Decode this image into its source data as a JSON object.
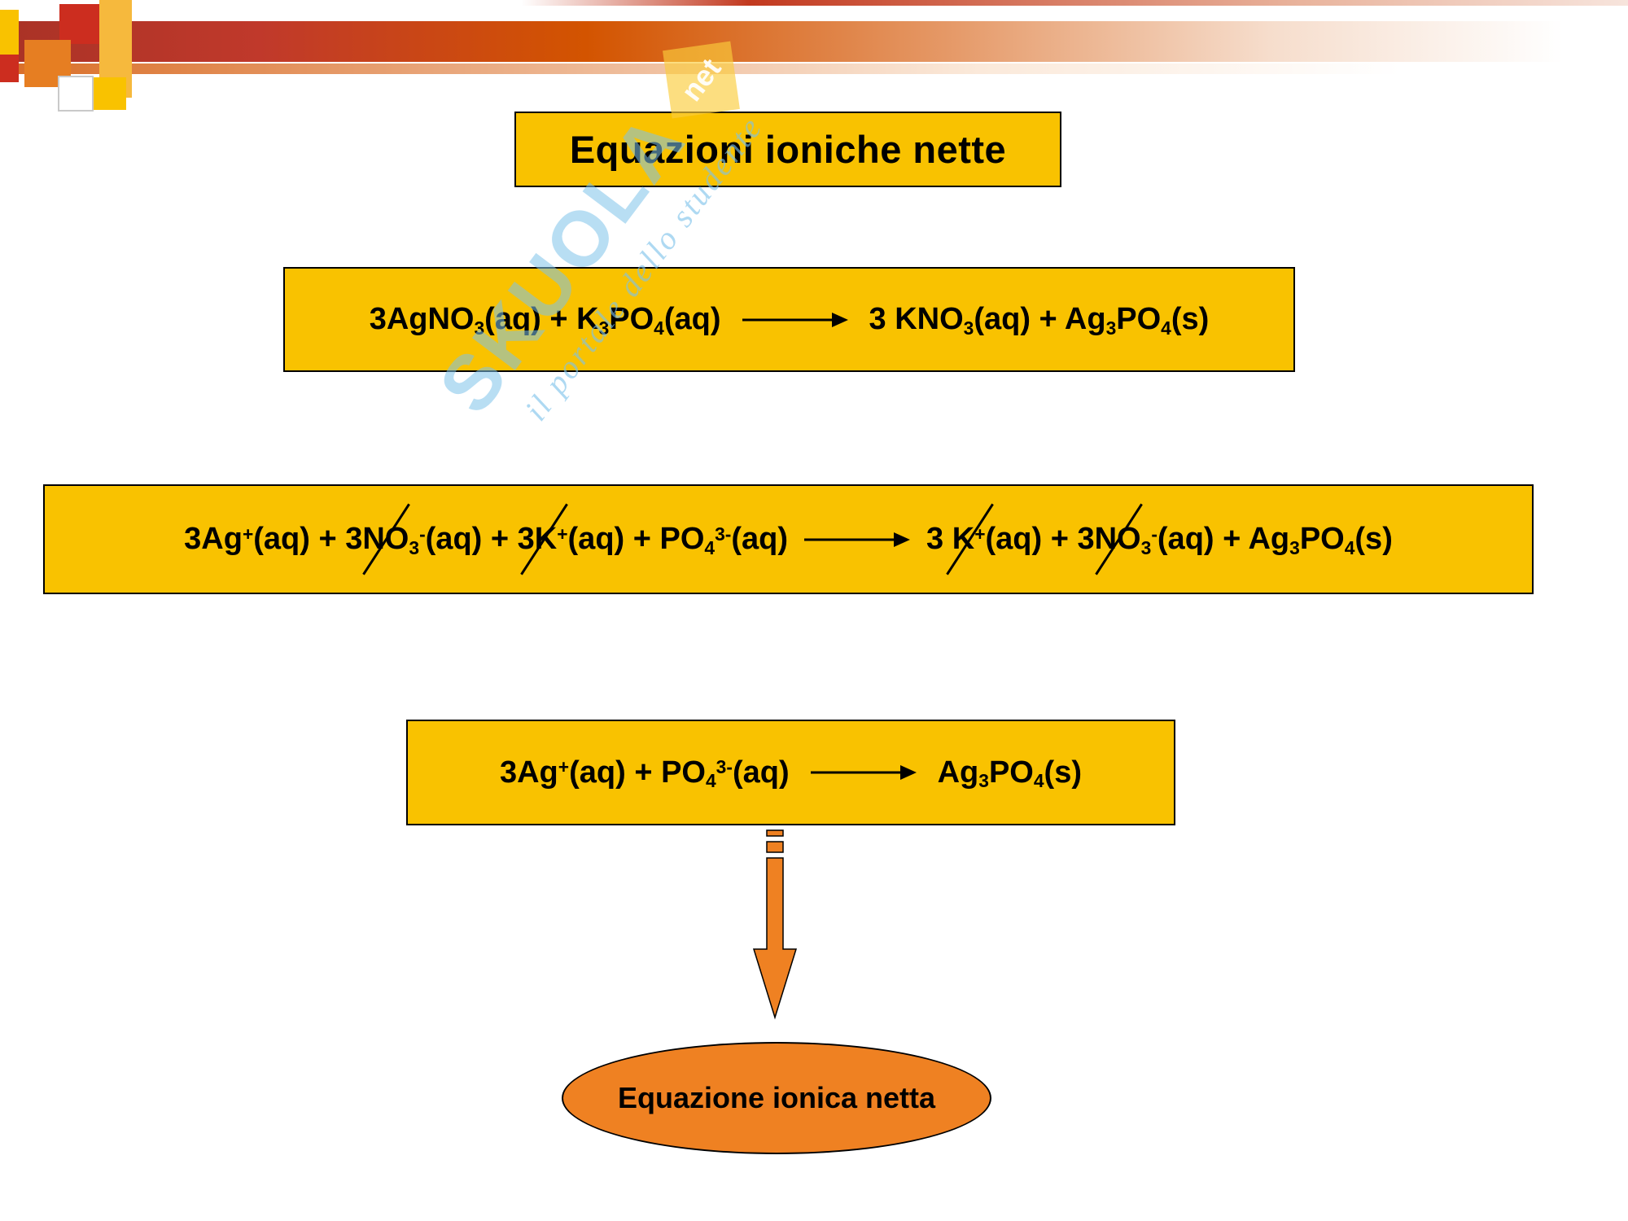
{
  "title": "Equazioni ioniche nette",
  "watermark": {
    "brand": "SKUOLA",
    "logo_text": "net",
    "tagline": "il portale dello studente"
  },
  "equations": {
    "molecular": {
      "left": "3AgNO_3_(aq) + K_3_PO_4_(aq)",
      "right": "3 KNO_3_(aq) + Ag_3_PO_4_(s)"
    },
    "complete_ionic": {
      "left_tokens": [
        {
          "t": "3Ag^+^(aq) + ",
          "slash": false
        },
        {
          "t": "3NO_3_^-^",
          "slash": true
        },
        {
          "t": "(aq) + ",
          "slash": false
        },
        {
          "t": "3K^+^",
          "slash": true
        },
        {
          "t": "(aq) + PO_4_^3-^(aq)",
          "slash": false
        }
      ],
      "right_tokens": [
        {
          "t": "3 ",
          "slash": false
        },
        {
          "t": "K^+^",
          "slash": true
        },
        {
          "t": "(aq) + ",
          "slash": false
        },
        {
          "t": "3NO_3_^-^",
          "slash": true
        },
        {
          "t": "(aq) + Ag_3_PO_4_(s)",
          "slash": false
        }
      ]
    },
    "net_ionic": {
      "left": "3Ag^+^(aq) + PO_4_^3-^(aq)",
      "right": "Ag_3_PO_4_(s)"
    }
  },
  "result_label": "Equazione ionica netta",
  "colors": {
    "box_fill": "#F9C200",
    "accent_orange": "#EF8122",
    "banner_red": "#C0392B"
  }
}
